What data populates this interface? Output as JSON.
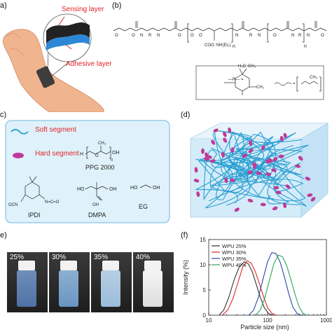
{
  "panels": {
    "a": {
      "label": "a)",
      "sensing_layer": "Sensing layer",
      "adhesive_layer": "Adhesive layer"
    },
    "b": {
      "label": "(b)",
      "n1": "n",
      "n2": "n",
      "coo": "COO⁻NH(Et₃)",
      "r_label": "–R– =",
      "wave_label": "="
    },
    "c": {
      "label": "c)",
      "soft_segment": "Soft segment",
      "hard_segment": "Hard segment",
      "ppg": "PPG 2000",
      "ipdi": "IPDI",
      "dmpa": "DMPA",
      "eg": "EG",
      "oh": "OH",
      "ho": "HO",
      "h": "H",
      "n": "n",
      "ocn": "OCN"
    },
    "d": {
      "label": "(d)"
    },
    "e": {
      "label": "e)",
      "vials": [
        "25%",
        "30%",
        "35%",
        "40%"
      ]
    },
    "f": {
      "label": "(f)"
    }
  },
  "colors": {
    "red": "#e0242a",
    "blue_segment": "#2b9fd2",
    "pink_segment": "#c03a9a",
    "panel_c_bg": "#dff1fa",
    "panel_c_border": "#6fb8de"
  },
  "chart_data": {
    "type": "line",
    "xlabel": "Particle size (nm)",
    "ylabel": "Intensity (%)",
    "xscale": "log",
    "xlim": [
      10,
      1000
    ],
    "ylim": [
      0,
      15
    ],
    "xticks": [
      10,
      100,
      1000
    ],
    "yticks": [
      0,
      5,
      10,
      15
    ],
    "legend": "top-left",
    "series": [
      {
        "name": "WPU 25%",
        "color": "#333333",
        "x": [
          15,
          18,
          22,
          27,
          33,
          40,
          47,
          55,
          64,
          75,
          88,
          105,
          125
        ],
        "y": [
          0,
          1.0,
          3.6,
          7.0,
          9.6,
          10.6,
          10.2,
          8.6,
          6.2,
          3.6,
          1.5,
          0.3,
          0
        ]
      },
      {
        "name": "WPU 30%",
        "color": "#e0242a",
        "x": [
          17,
          21,
          26,
          32,
          38,
          45,
          53,
          62,
          73,
          86,
          100,
          120,
          140
        ],
        "y": [
          0,
          1.0,
          3.4,
          6.8,
          9.6,
          10.8,
          10.3,
          8.6,
          6.2,
          3.6,
          1.5,
          0.3,
          0
        ]
      },
      {
        "name": "WPU 35%",
        "color": "#2c48a0",
        "x": [
          48,
          58,
          70,
          84,
          100,
          118,
          140,
          165,
          195,
          230,
          270,
          320,
          380
        ],
        "y": [
          0,
          1.0,
          3.6,
          7.2,
          10.6,
          12.4,
          12.2,
          10.4,
          7.4,
          4.2,
          1.6,
          0.3,
          0
        ]
      },
      {
        "name": "WPU 40%",
        "color": "#2aa55a",
        "x": [
          62,
          75,
          90,
          108,
          128,
          152,
          180,
          212,
          250,
          295,
          345,
          405,
          470
        ],
        "y": [
          0,
          1.0,
          3.5,
          7.0,
          10.2,
          11.9,
          11.6,
          9.8,
          7.0,
          4.0,
          1.6,
          0.3,
          0
        ]
      }
    ]
  }
}
